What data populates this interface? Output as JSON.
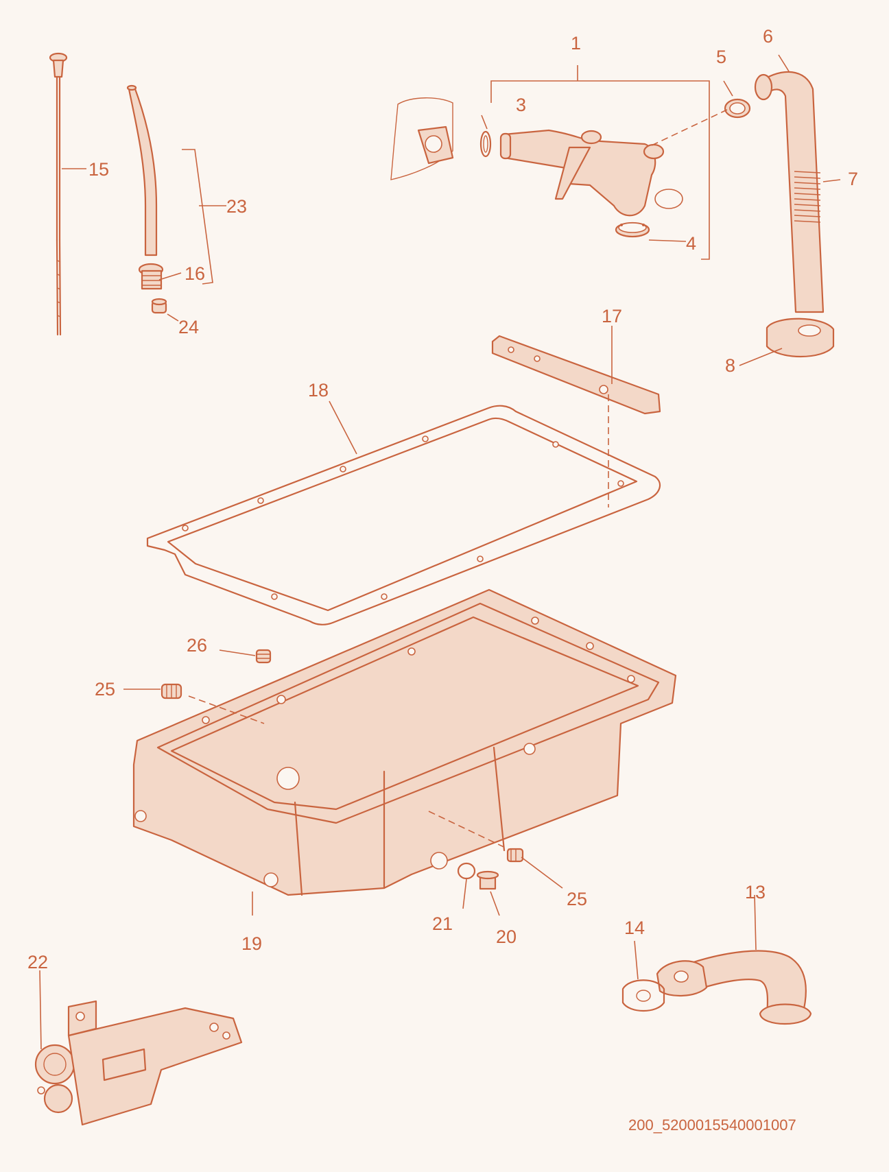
{
  "diagram": {
    "accent_color": "#c9643f",
    "background_color": "#fbf6f1",
    "callouts": {
      "c1": "1",
      "c3": "3",
      "c4": "4",
      "c5": "5",
      "c6": "6",
      "c7": "7",
      "c8": "8",
      "c13": "13",
      "c14": "14",
      "c15": "15",
      "c16": "16",
      "c17": "17",
      "c18": "18",
      "c19": "19",
      "c20": "20",
      "c21": "21",
      "c22": "22",
      "c23": "23",
      "c24": "24",
      "c25a": "25",
      "c25b": "25",
      "c26": "26"
    },
    "reference_code": "200_5200015540001007"
  }
}
